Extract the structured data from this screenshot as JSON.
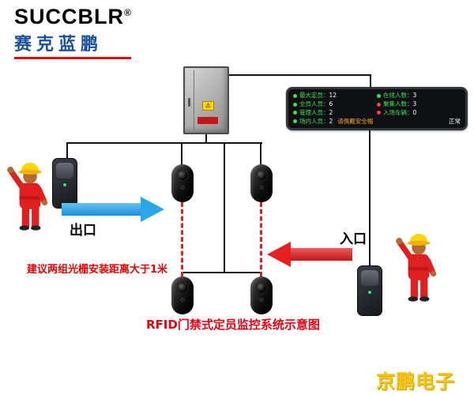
{
  "brand": {
    "logo": "SUCCBLR",
    "reg": "®",
    "name_cn": "赛克蓝鹏"
  },
  "control_box": {
    "warning_glyph": "⚠"
  },
  "panel": {
    "rows": [
      {
        "l_label": "最大定员",
        "l_value": "12",
        "r_label": "在线人数",
        "r_value": "3"
      },
      {
        "l_label": "全员人员",
        "l_value": "6",
        "r_label": "聚集人数",
        "r_value": "3"
      },
      {
        "l_label": "管理人员",
        "l_value": "2",
        "r_label": "入场车辆",
        "r_value": "0"
      }
    ],
    "bottom": {
      "label": "场内人员",
      "value": "2",
      "notice": "请佩戴安全帽",
      "status": "正常"
    }
  },
  "labels": {
    "exit": "出口",
    "entrance": "入口",
    "note": "建议两组光栅安装距离大于1米",
    "title": "RFID门禁式定员监控系统示意图",
    "footer_brand": "京鹏电子"
  },
  "colors": {
    "brand_blue": "#16509e",
    "underline_red": "#e60000",
    "arrow_blue": "#2aa7e8",
    "arrow_red": "#e62020",
    "beam_red": "#e62020",
    "panel_green": "#3ede5a",
    "notice_orange": "#ffa41b",
    "footer_gold": "#f8c514",
    "title_red": "#e60012"
  }
}
